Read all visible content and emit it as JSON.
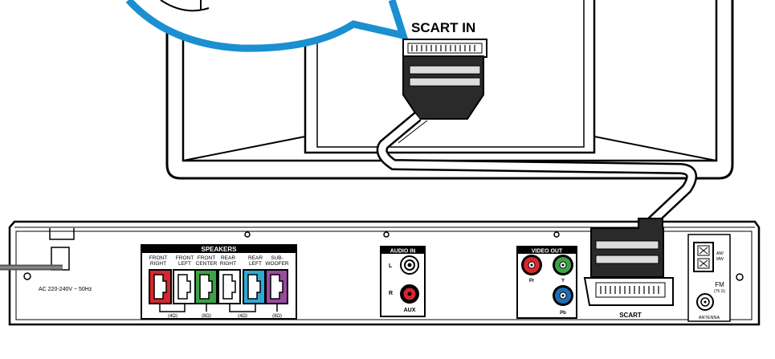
{
  "tv": {
    "scart_in_label": "SCART IN"
  },
  "player": {
    "ac_label": "AC 220-240V ~ 50Hz",
    "speakers": {
      "header": "SPEAKERS",
      "channels": [
        {
          "line1": "FRONT",
          "line2": "RIGHT",
          "color": "#d7262e"
        },
        {
          "line1": "FRONT",
          "line2": "LEFT",
          "color": "#ffffff"
        },
        {
          "line1": "FRONT",
          "line2": "CENTER",
          "color": "#3aa346"
        },
        {
          "line1": "REAR",
          "line2": "RIGHT",
          "color": "#ffffff"
        },
        {
          "line1": "REAR",
          "line2": "LEFT",
          "color": "#2ea9d6"
        },
        {
          "line1": "SUB-",
          "line2": "WOOFER",
          "color": "#9b4aa0"
        }
      ],
      "impedance_left": "(4Ω)",
      "impedance_center": "(8Ω)",
      "impedance_right": "(4Ω)",
      "impedance_sub": "(8Ω)"
    },
    "audio_in": {
      "header": "AUDIO IN",
      "left_label": "L",
      "right_label": "R",
      "footer": "AUX",
      "right_color": "#d7262e"
    },
    "video_out": {
      "header": "VIDEO OUT",
      "pr_label": "Pr",
      "y_label": "Y",
      "pb_label": "Pb",
      "pr_color": "#d7262e",
      "y_color": "#3aa346",
      "pb_color": "#1f6db5"
    },
    "scart_label": "SCART",
    "antenna": {
      "am_label": "AM/",
      "mw_label": "MW",
      "fm_label": "FM",
      "ohm_label": "(75 Ω)",
      "antenna_label": "ANTENNA"
    }
  },
  "colors": {
    "callout_blue": "#1a8fd1"
  }
}
